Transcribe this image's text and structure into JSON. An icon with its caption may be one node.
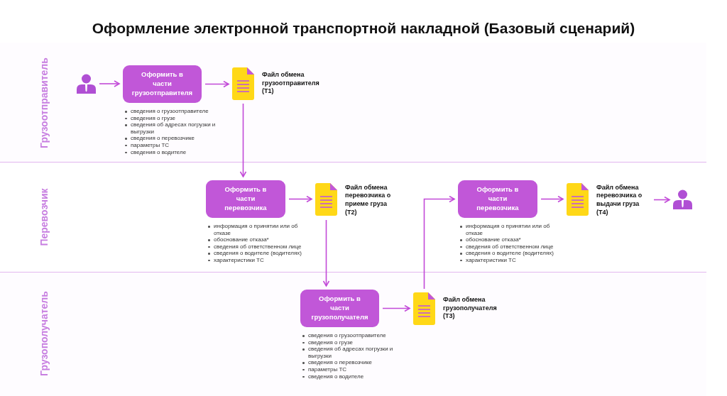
{
  "diagram": {
    "title": "Оформление электронной транспортной накладной (Базовый сценарий)",
    "nodes": [
      {
        "text": [
          "Грузоотправитель"
        ]
      },
      {
        "text": [],
        "shape": "person",
        "in": 0
      },
      {
        "text": [
          "Оформить в части грузоотправителя"
        ],
        "in": 0,
        "beside": [
          "сведения о грузоотправителе",
          "сведения о грузе",
          "сведения об адресах погрузки и выгрузки",
          "сведения о перевозчике",
          "параметры ТС",
          "сведения о водителе"
        ]
      },
      {
        "text": [
          "Файл обмена грузоотправителя (Т1)"
        ],
        "in": 0
      },
      {
        "text": [
          "Перевозчик"
        ]
      },
      {
        "text": [
          "Оформить в части перевозчика"
        ],
        "in": 4,
        "beside": [
          "информация о принятии или об отказе",
          "обоснование отказа*",
          "сведения об ответственном лице",
          "сведения о водителе (водителях)",
          "характеристики ТС"
        ]
      },
      {
        "text": [
          "Файл обмена перевозчика о приеме груза (Т2)"
        ],
        "in": 4
      },
      {
        "text": [
          "Оформить в части перевозчика"
        ],
        "in": 4,
        "beside": [
          "информация о принятии или об отказе",
          "обоснование отказа*",
          "сведения об ответственном лице",
          "сведения о водителе (водителях)",
          "характеристики ТС"
        ]
      },
      {
        "text": [
          "Файл обмена перевозчика о выдачи груза (Т4)"
        ],
        "in": 4
      },
      {
        "text": [],
        "shape": "person",
        "in": 4
      },
      {
        "text": [
          "Грузополучатель"
        ]
      },
      {
        "text": [
          "Оформить в части грузополучателя"
        ],
        "in": 10,
        "beside": [
          "сведения о грузоотправителе",
          "сведения о грузе",
          "сведения об адресах погрузки и выгрузки",
          "сведения о перевозчике",
          "параметры ТС",
          "сведения о водителе"
        ]
      },
      {
        "text": [
          "Файл обмена грузополучателя (Т3)"
        ],
        "in": 10
      }
    ],
    "edges": [
      {
        "from": 1,
        "to": 2,
        "arrow": "to"
      },
      {
        "from": 2,
        "to": 3,
        "arrow": "to"
      },
      {
        "from": 3,
        "to": 5,
        "arrow": "to"
      },
      {
        "from": 5,
        "to": 6,
        "arrow": "to"
      },
      {
        "from": 6,
        "to": 11,
        "arrow": "to"
      },
      {
        "from": 11,
        "to": 12,
        "arrow": "to"
      },
      {
        "from": 12,
        "to": 7,
        "arrow": "to"
      },
      {
        "from": 7,
        "to": 8,
        "arrow": "to"
      },
      {
        "from": 8,
        "to": 9,
        "arrow": "to"
      }
    ]
  }
}
